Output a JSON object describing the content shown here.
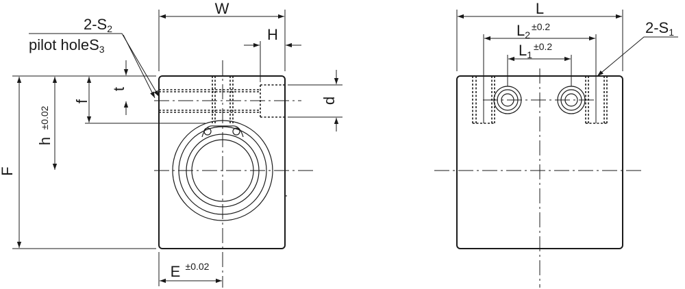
{
  "labels": {
    "W": "W",
    "H": "H",
    "d": "d",
    "t": "t",
    "f": "f",
    "F": "F",
    "h": "h",
    "h_tol": "±0.02",
    "E": "E",
    "E_tol": "±0.02",
    "L": "L",
    "L1": "L",
    "L1_sub": "1",
    "L1_tol": "±0.2",
    "L2": "L",
    "L2_sub": "2",
    "L2_tol": "±0.2",
    "S1_prefix": "2-S",
    "S1_sub": "1",
    "S2_prefix": "2-S",
    "S2_sub": "2",
    "pilot_text": "pilot hole",
    "S3": "S",
    "S3_sub": "3"
  }
}
